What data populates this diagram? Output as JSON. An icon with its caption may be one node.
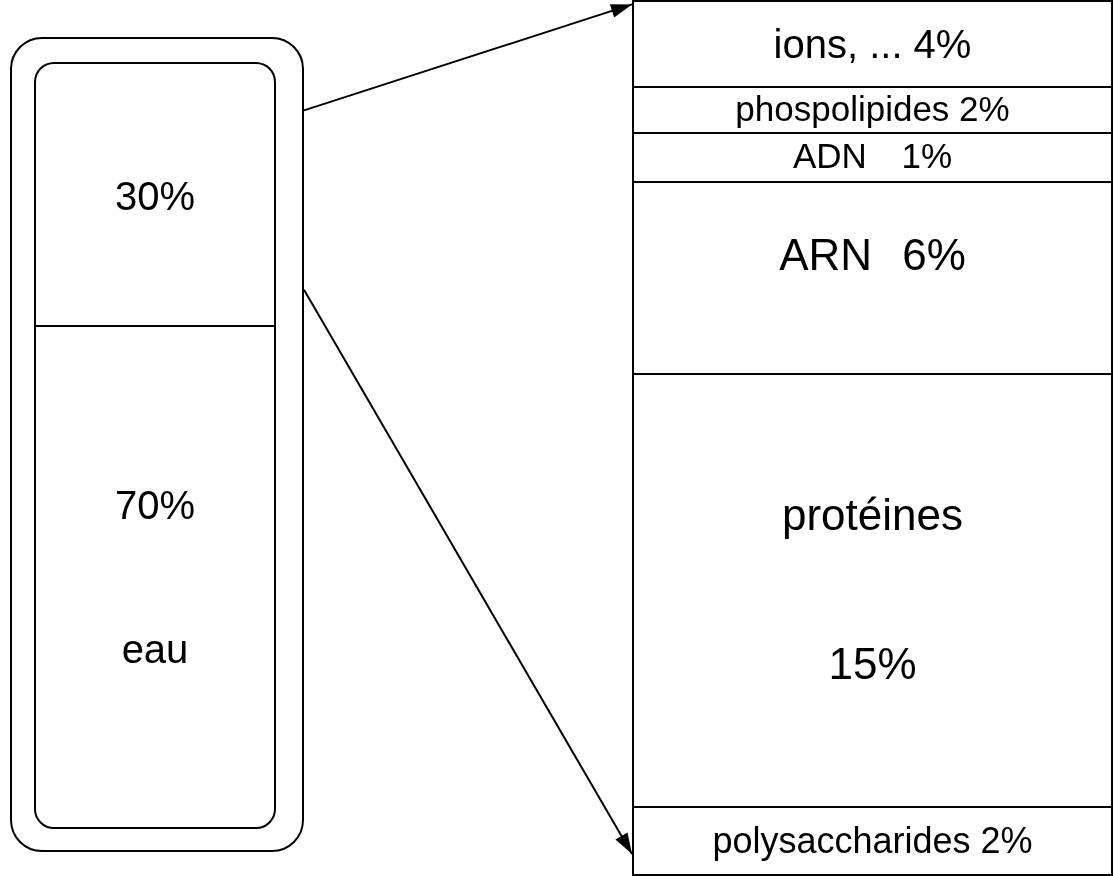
{
  "diagram": {
    "nodes": [
      {
        "text": [],
        "shape": "box"
      },
      {
        "text": [
          "30%"
        ],
        "in": 0
      },
      {
        "text": [
          "70%",
          "eau"
        ],
        "in": 0
      },
      {
        "text": [],
        "shape": "box"
      },
      {
        "text": [
          "ions, ... 4%"
        ],
        "in": 3
      },
      {
        "text": [
          "phospolipides 2%"
        ],
        "in": 3
      },
      {
        "text": [
          "ADN 1%"
        ],
        "in": 3
      },
      {
        "text": [
          "ARN 6%"
        ],
        "in": 3
      },
      {
        "text": [
          "protéines",
          "15%"
        ],
        "in": 3
      },
      {
        "text": [
          "polysaccharides 2%"
        ],
        "in": 3
      }
    ],
    "edges": [
      {
        "from": 0,
        "to": 3,
        "arrow": "to"
      },
      {
        "from": 0,
        "to": 3,
        "arrow": "to"
      }
    ]
  }
}
